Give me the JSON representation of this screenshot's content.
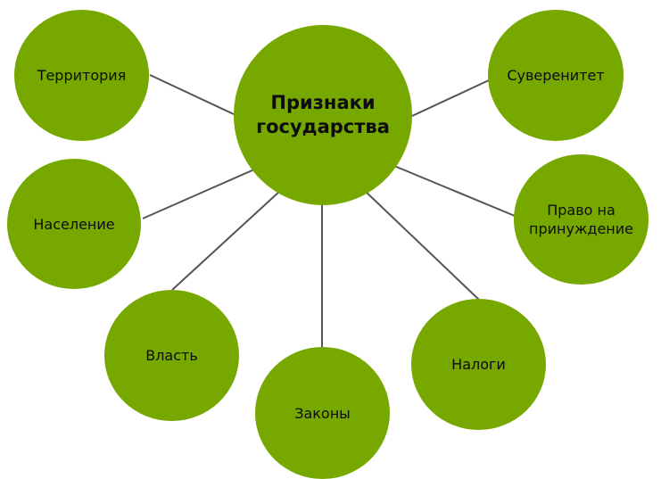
{
  "diagram": {
    "type": "mind-map",
    "center": {
      "label": "Признаки государства",
      "line1": "Признаки",
      "line2": "государства"
    },
    "colors": {
      "node_fill": "#76a800",
      "line": "#555555",
      "text": "#0d0d0d",
      "background": "#ffffff"
    },
    "nodes": [
      {
        "id": "territory",
        "label": "Территория"
      },
      {
        "id": "sovereignty",
        "label": "Суверенитет"
      },
      {
        "id": "population",
        "label": "Население"
      },
      {
        "id": "coercion",
        "label": "Право на принуждение",
        "line1": "Право на",
        "line2": "принуждение"
      },
      {
        "id": "power",
        "label": "Власть"
      },
      {
        "id": "laws",
        "label": "Законы"
      },
      {
        "id": "taxes",
        "label": "Налоги"
      }
    ]
  }
}
